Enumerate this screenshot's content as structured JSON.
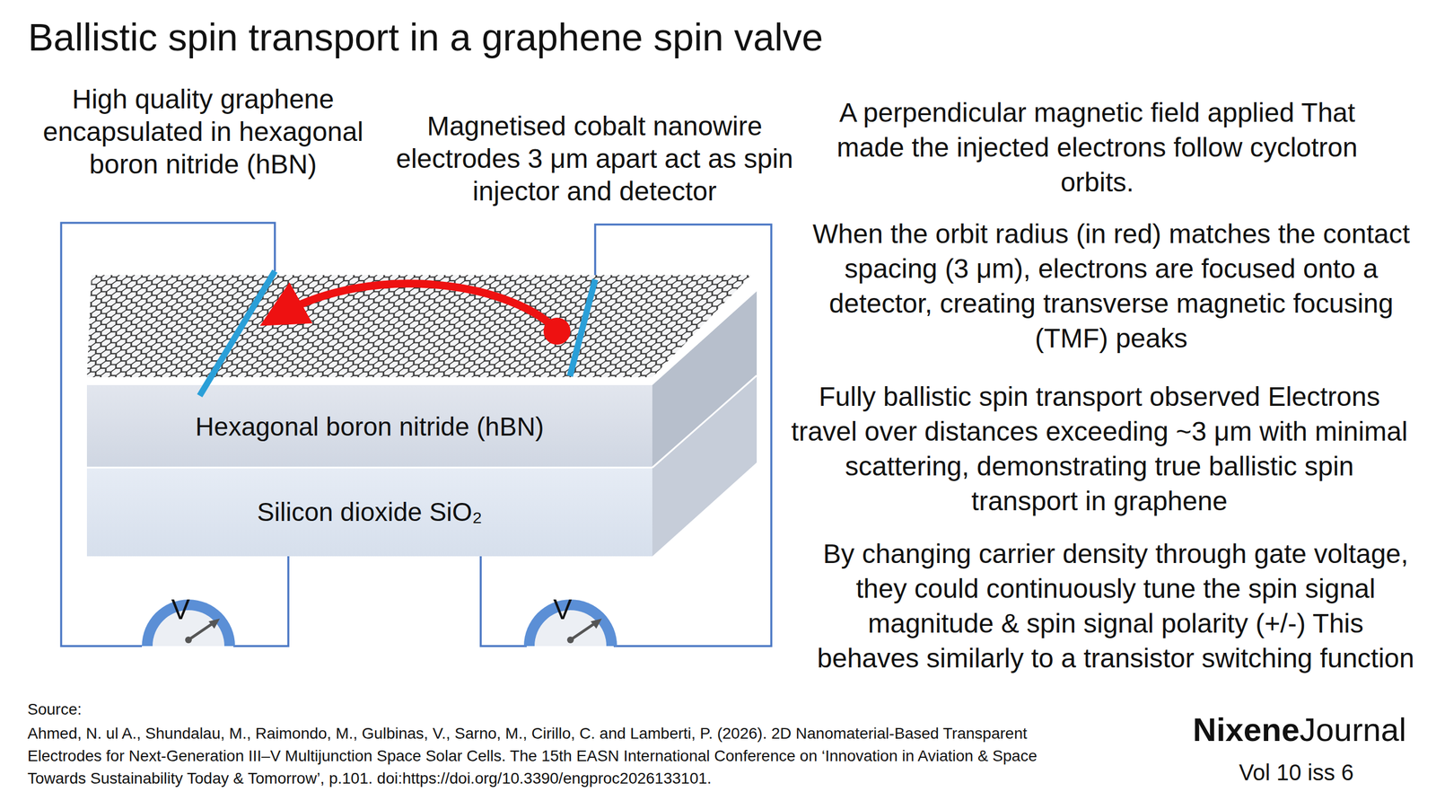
{
  "diagram": {
    "title": "Ballistic spin transport in a graphene spin valve",
    "nodes": [
      {
        "text": [
          "Hexagonal boron nitride (hBN)"
        ]
      },
      {
        "text": [
          "Silicon dioxide SiO₂"
        ]
      }
    ],
    "labels": [
      "High quality graphene encapsulated in hexagonal boron nitride (hBN)",
      "Magnetised cobalt nanowire electrodes 3 μm apart act as spin injector and detector",
      "A perpendicular magnetic field applied That made the injected electrons follow cyclotron orbits.",
      "When the orbit radius (in red) matches the contact spacing (3 μm), electrons are focused onto a detector, creating transverse magnetic focusing (TMF) peaks",
      "Fully ballistic spin transport observed Electrons travel over distances exceeding ~3 μm with minimal scattering, demonstrating true ballistic spin transport in graphene",
      "By changing carrier density through gate voltage, they could continuously tune the spin signal magnitude & spin signal polarity (+/-) This behaves similarly to a transistor switching function",
      "V",
      "V",
      "Source:",
      "Ahmed, N. ul A., Shundalau, M., Raimondo, M., Gulbinas, V., Sarno, M., Cirillo, C. and Lamberti, P. (2026). 2D Nanomaterial-Based Transparent Electrodes for Next-Generation III–V Multijunction Space Solar Cells. The 15th EASN International Conference on ‘Innovation in Aviation & Space Towards Sustainability Today & Tomorrow’, p.101. doi:https://doi.org/10.3390/engproc2026133101.",
      "Nixene",
      "Journal",
      "Vol 10  iss 6"
    ]
  }
}
